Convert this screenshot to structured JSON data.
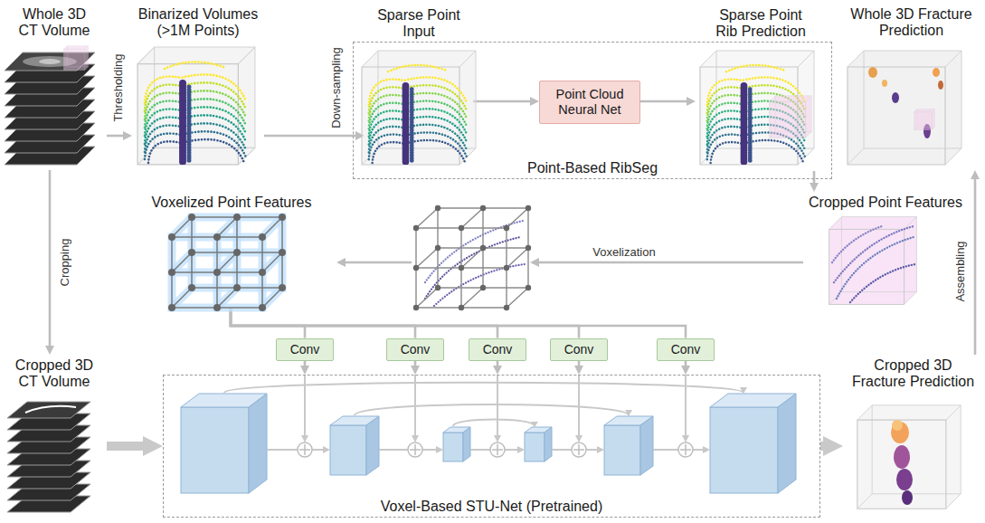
{
  "diagram": {
    "nodes": [
      {
        "text": [
          "Whole 3D CT Volume"
        ]
      },
      {
        "text": [
          "Binarized Volumes (>1M Points)"
        ]
      },
      {
        "text": [
          "Point-Based RibSeg"
        ]
      },
      {
        "text": [
          "Sparse Point Input"
        ],
        "in": 2
      },
      {
        "text": [
          "Point Cloud Neural Net"
        ],
        "in": 2
      },
      {
        "text": [
          "Sparse Point Rib Prediction"
        ],
        "in": 2
      },
      {
        "text": [
          "Whole 3D Fracture Prediction"
        ]
      },
      {
        "text": [
          "Voxelized Point Features"
        ]
      },
      {
        "text": [
          "Cropped Point Features"
        ]
      },
      {
        "text": [
          "Cropped 3D CT Volume"
        ]
      },
      {
        "text": [
          "Conv"
        ]
      },
      {
        "text": [
          "Conv"
        ]
      },
      {
        "text": [
          "Conv"
        ]
      },
      {
        "text": [
          "Conv"
        ]
      },
      {
        "text": [
          "Conv"
        ]
      },
      {
        "text": [
          "Voxel-Based STU-Net (Pretrained)"
        ]
      },
      {
        "text": [
          "Cropped 3D Fracture Prediction"
        ]
      }
    ],
    "edges": [
      {
        "from": 0,
        "to": 1,
        "label": "Thresholding",
        "arrow": "to"
      },
      {
        "from": 1,
        "to": 3,
        "label": "Down-sampling",
        "arrow": "to"
      },
      {
        "from": 3,
        "to": 4,
        "arrow": "to"
      },
      {
        "from": 4,
        "to": 5,
        "arrow": "to"
      },
      {
        "from": 5,
        "to": 8,
        "arrow": "to"
      },
      {
        "from": 8,
        "to": 7,
        "label": "Voxelization",
        "arrow": "to"
      },
      {
        "from": 0,
        "to": 9,
        "label": "Cropping",
        "arrow": "to"
      },
      {
        "from": 7,
        "to": 10,
        "arrow": "none"
      },
      {
        "from": 7,
        "to": 11,
        "arrow": "none"
      },
      {
        "from": 7,
        "to": 12,
        "arrow": "none"
      },
      {
        "from": 7,
        "to": 13,
        "arrow": "none"
      },
      {
        "from": 7,
        "to": 14,
        "arrow": "none"
      },
      {
        "from": 10,
        "to": 15,
        "arrow": "to"
      },
      {
        "from": 11,
        "to": 15,
        "arrow": "to"
      },
      {
        "from": 12,
        "to": 15,
        "arrow": "to"
      },
      {
        "from": 13,
        "to": 15,
        "arrow": "to"
      },
      {
        "from": 14,
        "to": 15,
        "arrow": "to"
      },
      {
        "from": 9,
        "to": 15,
        "arrow": "to"
      },
      {
        "from": 15,
        "to": 16,
        "arrow": "to"
      },
      {
        "from": 16,
        "to": 6,
        "label": "Assembling",
        "arrow": "to"
      }
    ]
  }
}
